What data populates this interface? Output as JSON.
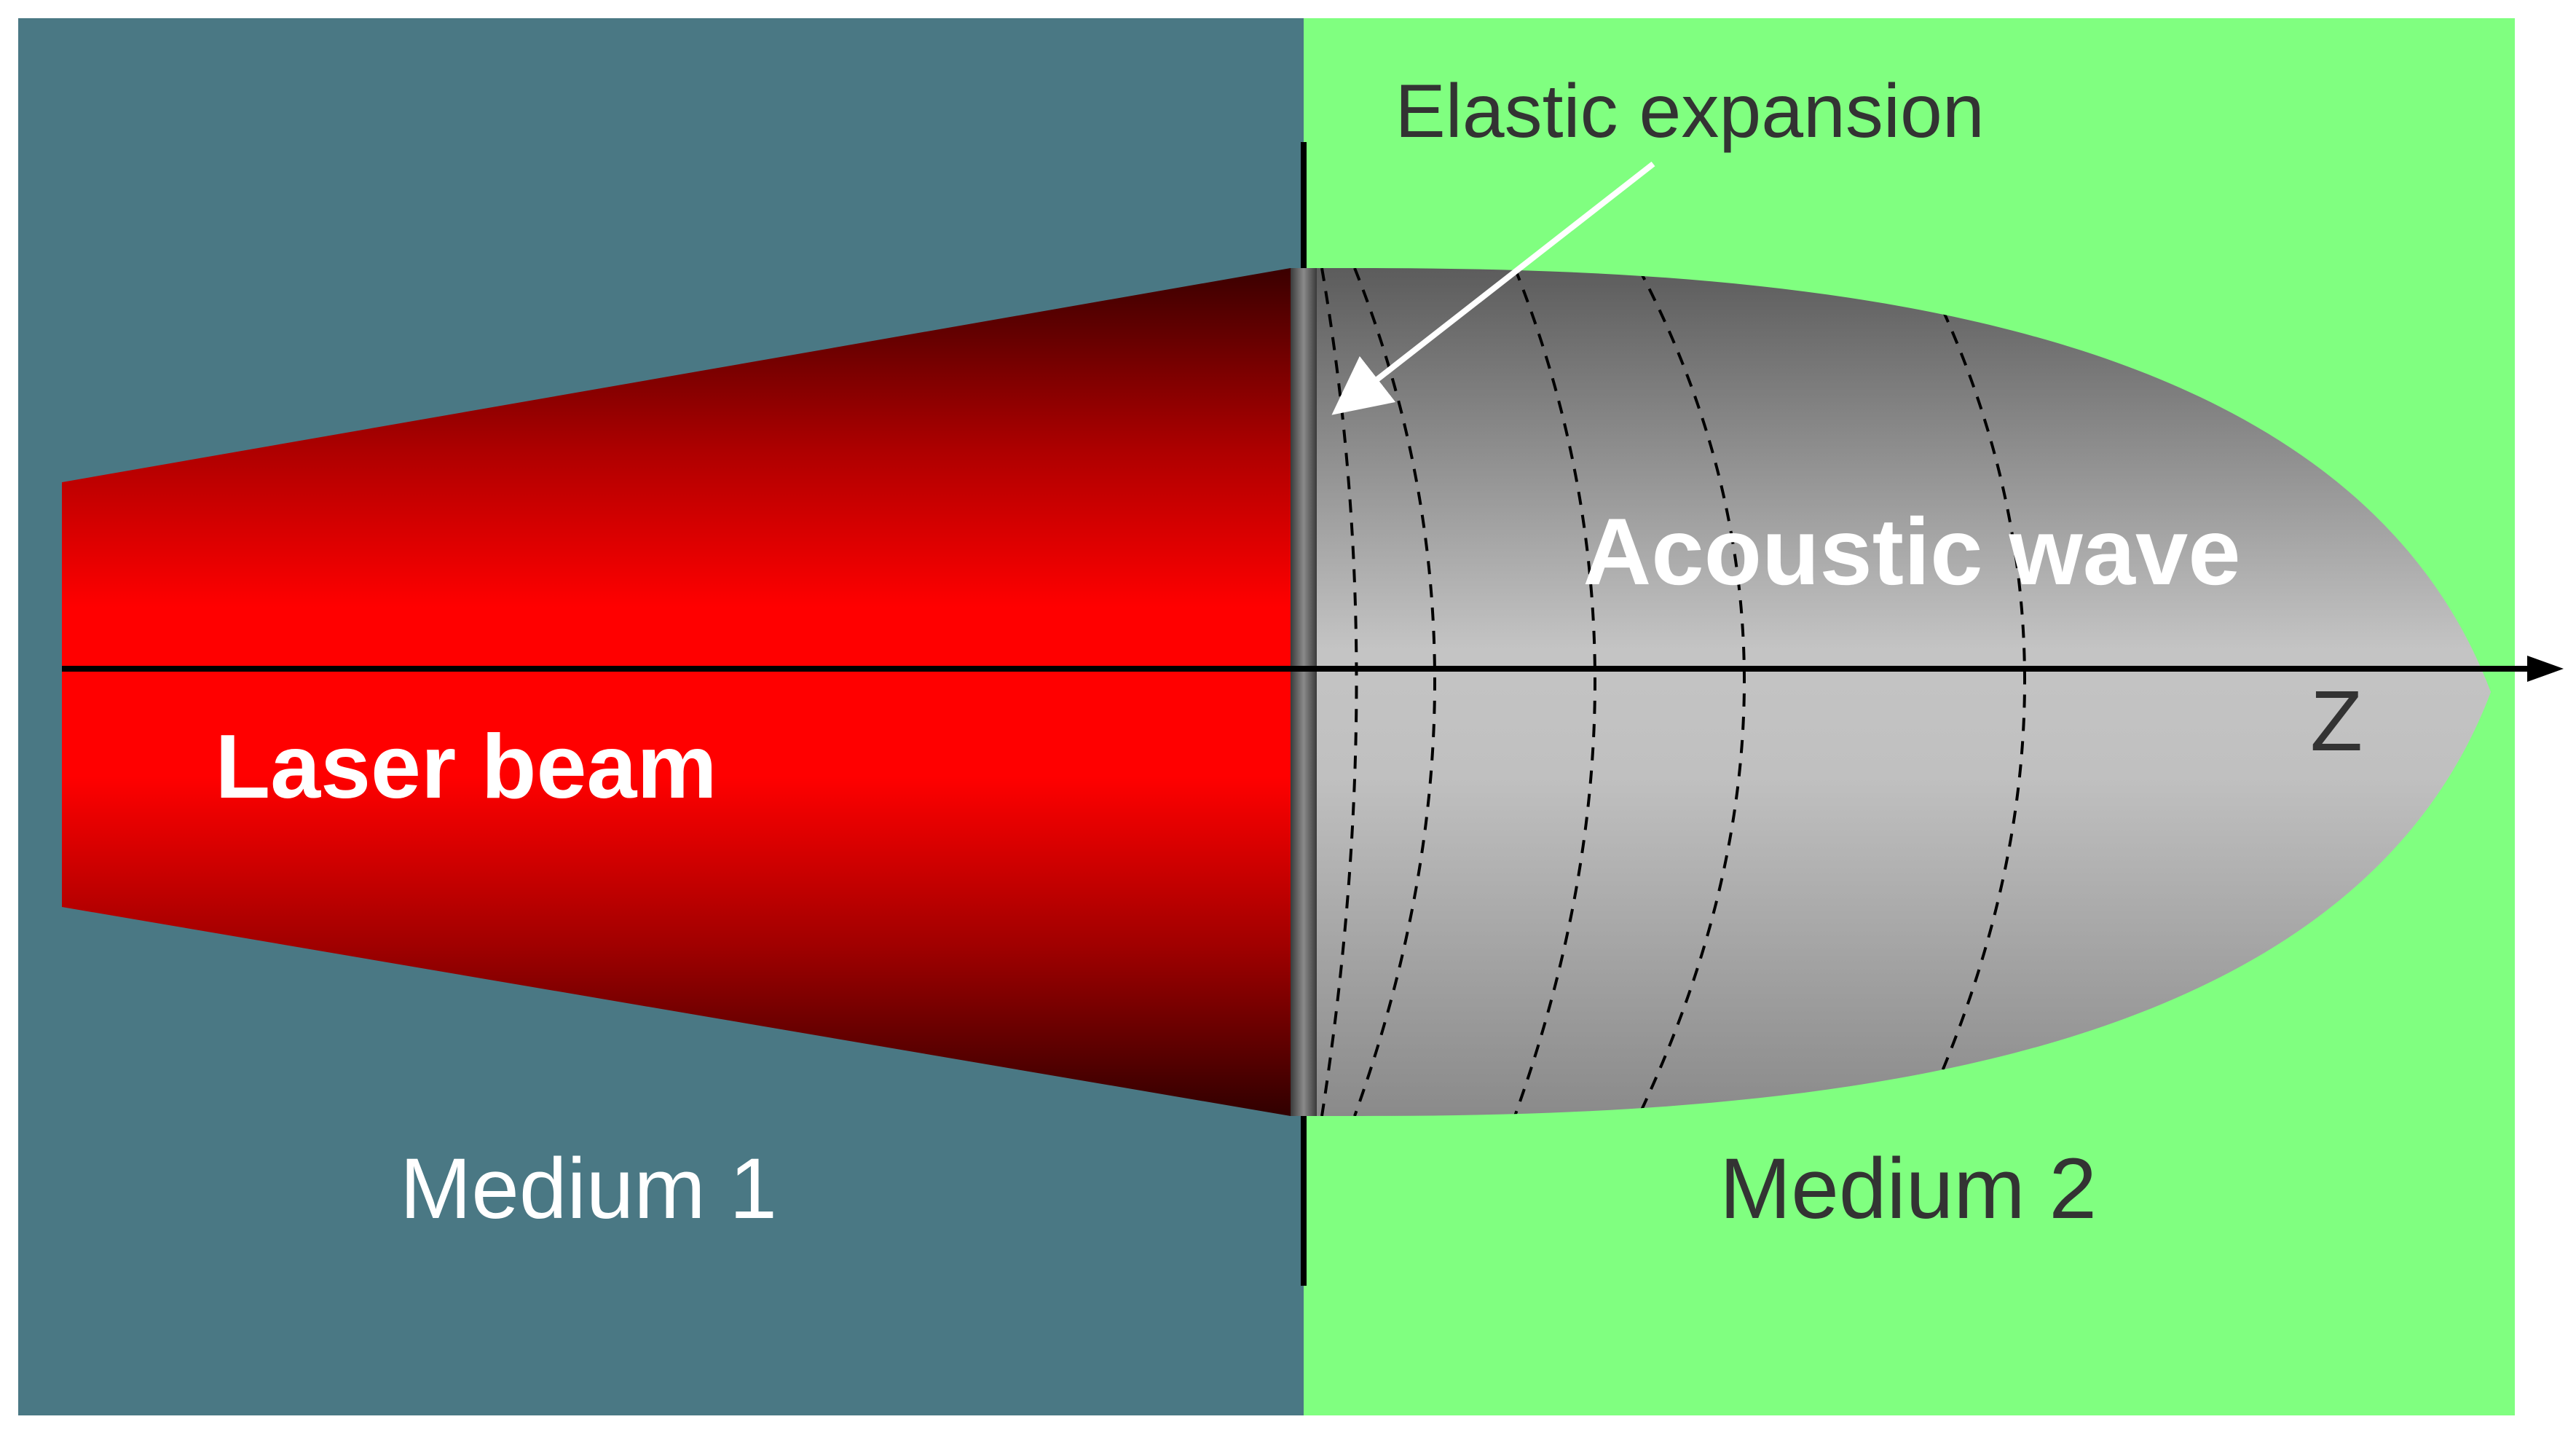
{
  "labels": {
    "laser_beam": "Laser beam",
    "acoustic_wave": "Acoustic wave",
    "elastic_expansion": "Elastic expansion",
    "medium1": "Medium 1",
    "medium2": "Medium 2",
    "axis": "Z"
  },
  "colors": {
    "medium1": "#4a7884",
    "medium2": "#80ff80",
    "laser_bright": "#ff0000",
    "laser_dark": "#3a0000",
    "wave_light": "#c0c0c0",
    "wave_dark": "#5a5a5a",
    "dark_text": "#333333",
    "light_text": "#ffffff"
  }
}
